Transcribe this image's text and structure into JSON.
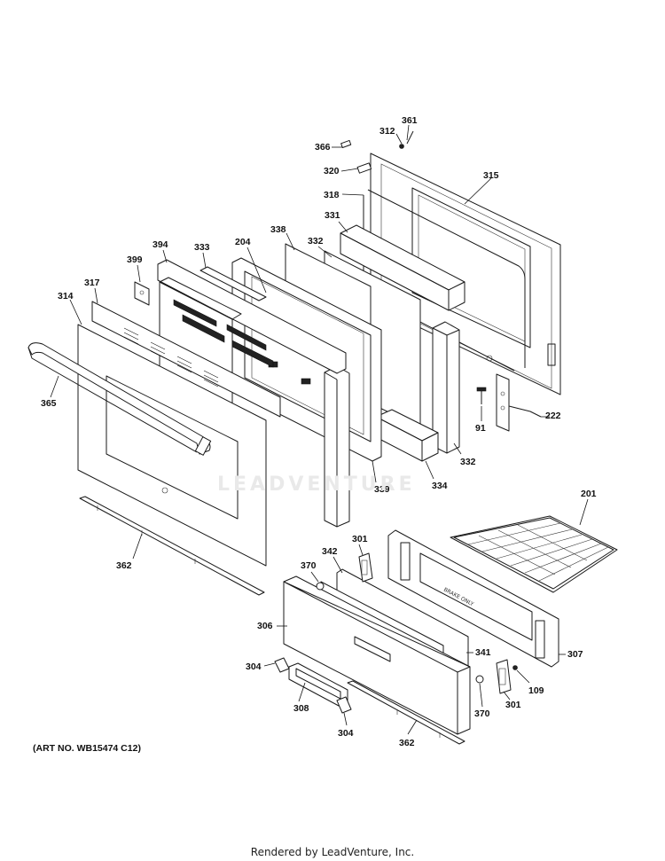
{
  "diagram": {
    "art_number": "(ART NO. WB15474 C12)",
    "footer": "Rendered by LeadVenture, Inc.",
    "watermark": "LEADVENTURE",
    "callouts": [
      {
        "id": "361",
        "label": "361"
      },
      {
        "id": "312",
        "label": "312"
      },
      {
        "id": "366",
        "label": "366"
      },
      {
        "id": "320",
        "label": "320"
      },
      {
        "id": "315",
        "label": "315"
      },
      {
        "id": "318",
        "label": "318"
      },
      {
        "id": "331",
        "label": "331"
      },
      {
        "id": "338",
        "label": "338"
      },
      {
        "id": "204",
        "label": "204"
      },
      {
        "id": "394",
        "label": "394"
      },
      {
        "id": "333",
        "label": "333"
      },
      {
        "id": "332a",
        "label": "332"
      },
      {
        "id": "399",
        "label": "399"
      },
      {
        "id": "317",
        "label": "317"
      },
      {
        "id": "314",
        "label": "314"
      },
      {
        "id": "365",
        "label": "365"
      },
      {
        "id": "91",
        "label": "91"
      },
      {
        "id": "222",
        "label": "222"
      },
      {
        "id": "332b",
        "label": "332"
      },
      {
        "id": "339",
        "label": "339"
      },
      {
        "id": "334",
        "label": "334"
      },
      {
        "id": "201",
        "label": "201"
      },
      {
        "id": "362a",
        "label": "362"
      },
      {
        "id": "301a",
        "label": "301"
      },
      {
        "id": "342",
        "label": "342"
      },
      {
        "id": "370a",
        "label": "370"
      },
      {
        "id": "306",
        "label": "306"
      },
      {
        "id": "341",
        "label": "341"
      },
      {
        "id": "307",
        "label": "307"
      },
      {
        "id": "304a",
        "label": "304"
      },
      {
        "id": "109",
        "label": "109"
      },
      {
        "id": "308",
        "label": "308"
      },
      {
        "id": "370b",
        "label": "370"
      },
      {
        "id": "301b",
        "label": "301"
      },
      {
        "id": "304b",
        "label": "304"
      },
      {
        "id": "362b",
        "label": "362"
      }
    ]
  }
}
